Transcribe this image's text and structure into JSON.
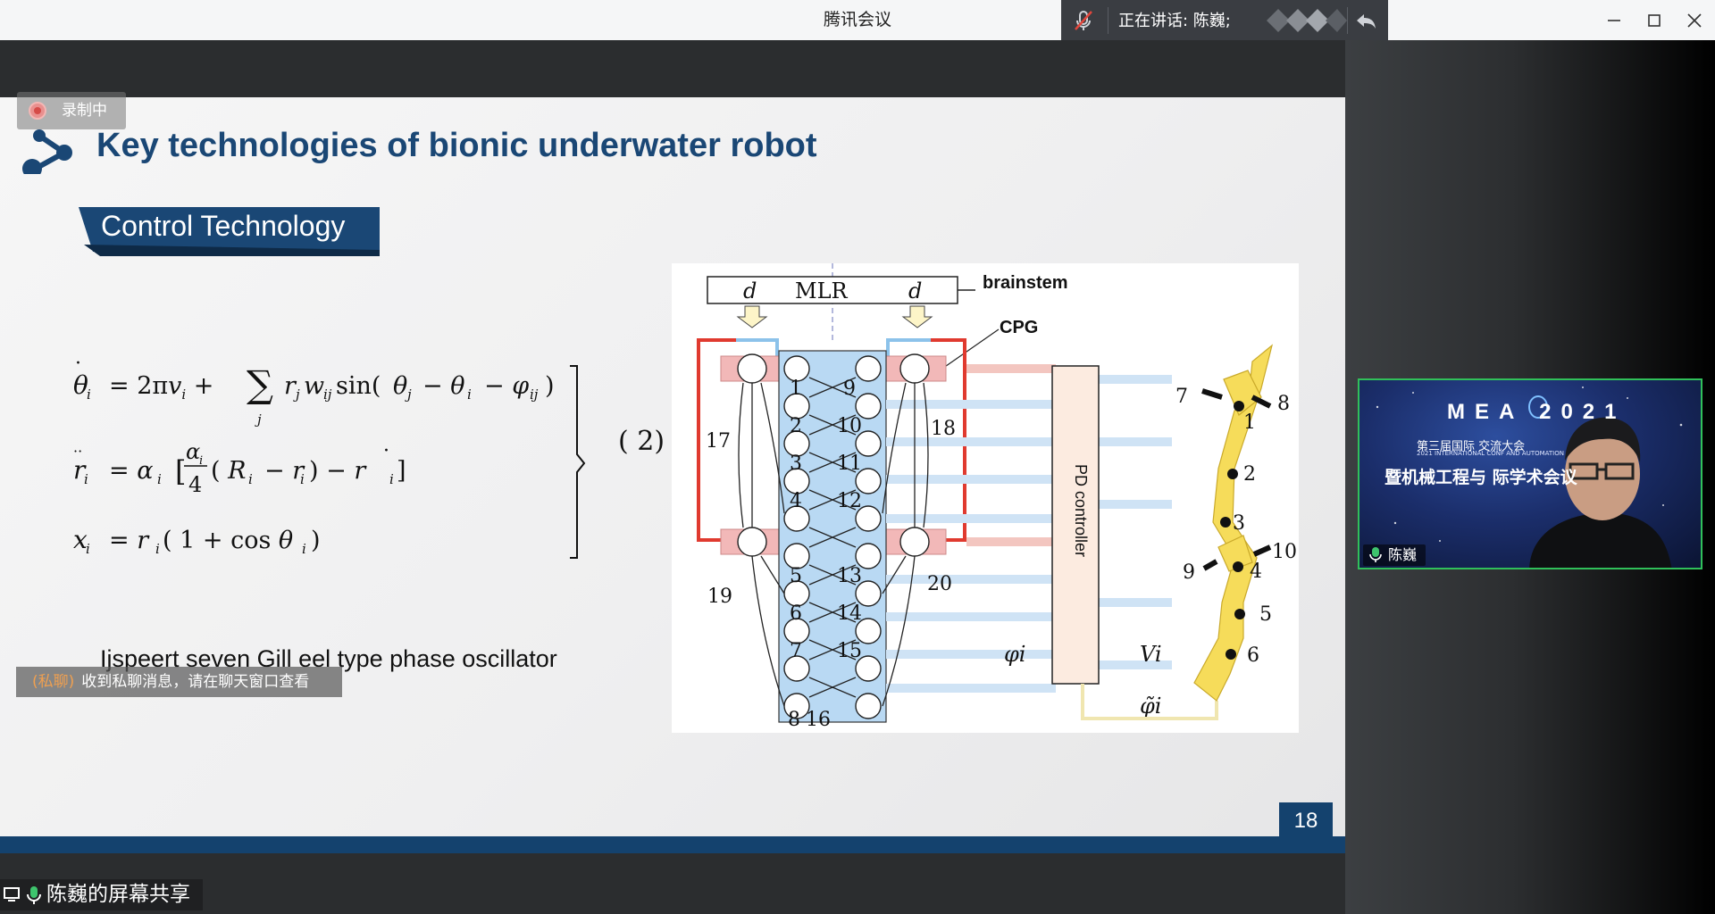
{
  "app": {
    "title": "腾讯会议"
  },
  "speaking": {
    "label": "正在讲话: 陈巍;"
  },
  "recording": {
    "label": "录制中"
  },
  "slide": {
    "title": "Key technologies of bionic underwater robot",
    "section": "Control Technology",
    "equation_number": "( 2)",
    "caption": "Ijspeert seven Gill eel type phase oscillator",
    "page_number": "18",
    "figure": {
      "mlr": "MLR",
      "d_label": "d",
      "brainstem": "brainstem",
      "cpg": "CPG",
      "pd": "PD controller",
      "phi": "φi",
      "v": "Vi",
      "phi_tilde": "φ̃i",
      "left_numbers": [
        "1",
        "2",
        "3",
        "4",
        "5",
        "6",
        "7",
        "8"
      ],
      "right_numbers": [
        "9",
        "10",
        "11",
        "12",
        "13",
        "14",
        "15",
        "16"
      ],
      "side_numbers": [
        "17",
        "18",
        "19",
        "20"
      ],
      "body_numbers": [
        "7",
        "8",
        "1",
        "2",
        "3",
        "9",
        "10",
        "4",
        "5",
        "6"
      ]
    }
  },
  "notification": {
    "tag": "(私聊)",
    "text": "收到私聊消息，请在聊天窗口查看"
  },
  "share": {
    "label": "陈巍的屏幕共享"
  },
  "video": {
    "name": "陈巍",
    "banner_big": "MEA 2021",
    "banner_line1": "第三届国际            交流大会",
    "banner_line2": "2021 INTERNATIONAL CONF                          AND AUTOMATION",
    "banner_line3": "暨机械工程与          际学术会议"
  },
  "colors": {
    "brand": "#1a4775",
    "accent_red": "#e03a2f",
    "active_speaker": "#30c05a"
  }
}
